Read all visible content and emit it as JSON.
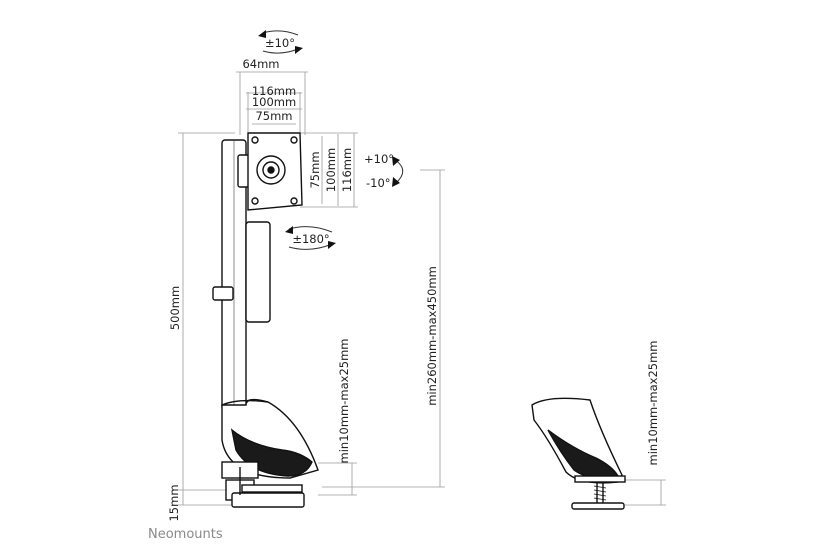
{
  "brand": "Neomounts",
  "angles": {
    "rotate_top": "±10°",
    "tilt_up": "+10°",
    "tilt_down": "-10°",
    "rotate_bottom": "±180°"
  },
  "dimensions": {
    "vesa_offset": "64mm",
    "vesa_h_116": "116mm",
    "vesa_h_100": "100mm",
    "vesa_h_75": "75mm",
    "vesa_v_75": "75mm",
    "vesa_v_100": "100mm",
    "vesa_v_116": "116mm",
    "pole_height": "500mm",
    "height_range": "min260mm-max450mm",
    "desk_thickness_left": "min10mm-max25mm",
    "desk_thickness_right": "min10mm-max25mm",
    "clamp_depth": "15mm"
  }
}
